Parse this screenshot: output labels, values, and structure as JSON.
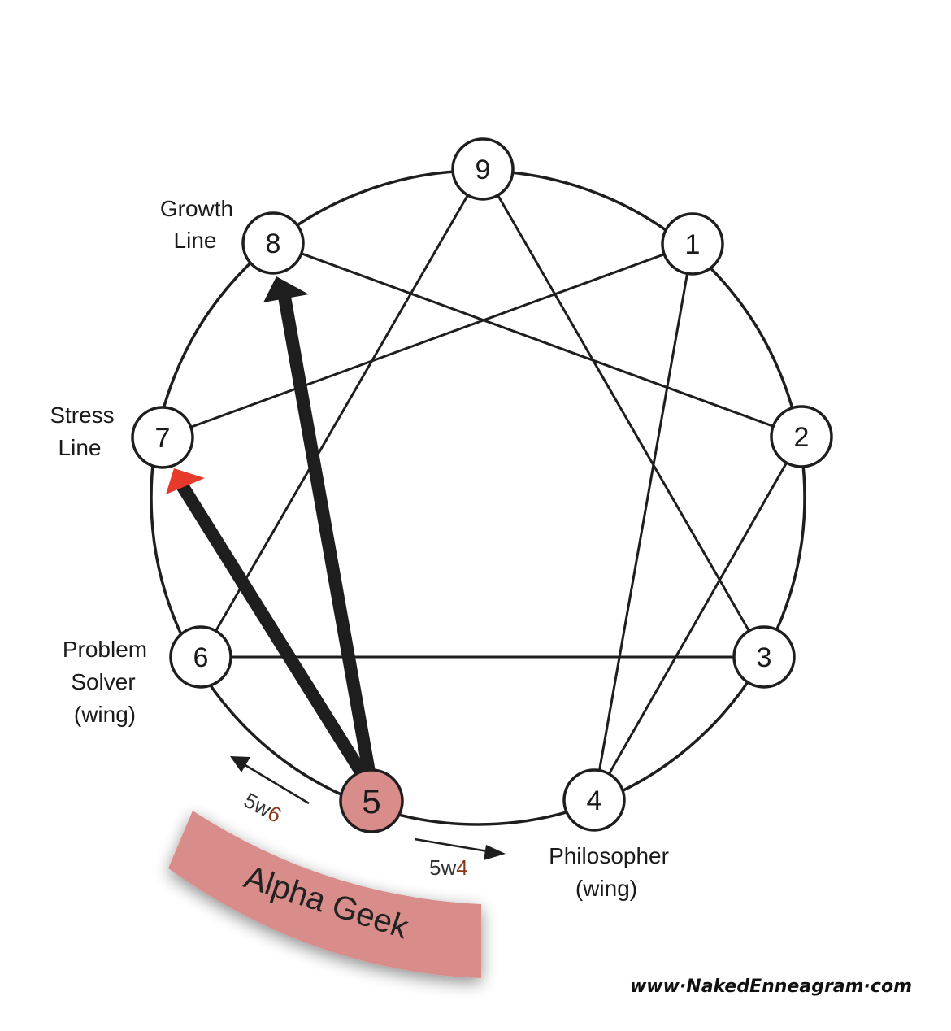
{
  "nodes": {
    "n9": "9",
    "n1": "1",
    "n2": "2",
    "n3": "3",
    "n4": "4",
    "n5": "5",
    "n6": "6",
    "n7": "7",
    "n8": "8"
  },
  "labels": {
    "growth": [
      "Growth",
      "Line"
    ],
    "stress": [
      "Stress",
      "Line"
    ],
    "problem_solver": [
      "Problem",
      "Solver",
      "(wing)"
    ],
    "philosopher": [
      "Philosopher",
      "(wing)"
    ]
  },
  "wings": {
    "left": {
      "prefix": "5w",
      "num": "6"
    },
    "right": {
      "prefix": "5w",
      "num": "4"
    }
  },
  "banner": "Alpha Geek",
  "website": "www·NakedEnneagram·com",
  "colors": {
    "highlight_node": "#d98d8a",
    "banner": "#d98d8a",
    "stress_arrowhead": "#e83a2b",
    "growth_line": "#1e1e1e",
    "wing_number": "#8a3a1a"
  }
}
